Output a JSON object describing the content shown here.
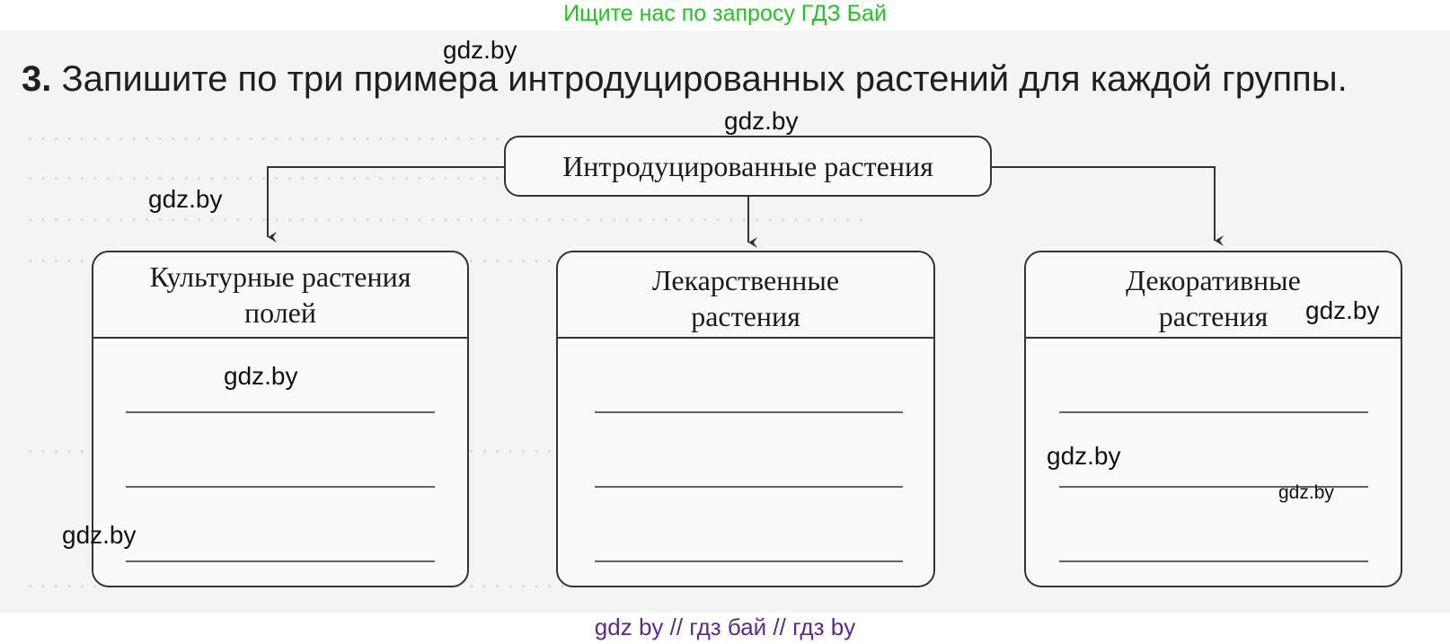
{
  "banner": "Ищите нас по запросу ГДЗ Бай",
  "task": {
    "number": "3.",
    "text": "Запишите по три примера интродуцированных растений для каждой группы."
  },
  "diagram": {
    "root": "Интродуцированные растения",
    "groups": [
      {
        "line1": "Культурные растения",
        "line2": "полей"
      },
      {
        "line1": "Лекарственные",
        "line2": "растения"
      },
      {
        "line1": "Декоративные",
        "line2": "растения"
      }
    ]
  },
  "watermark": "gdz.by",
  "footer": "gdz by  //  гдз бай  //  гдз by"
}
